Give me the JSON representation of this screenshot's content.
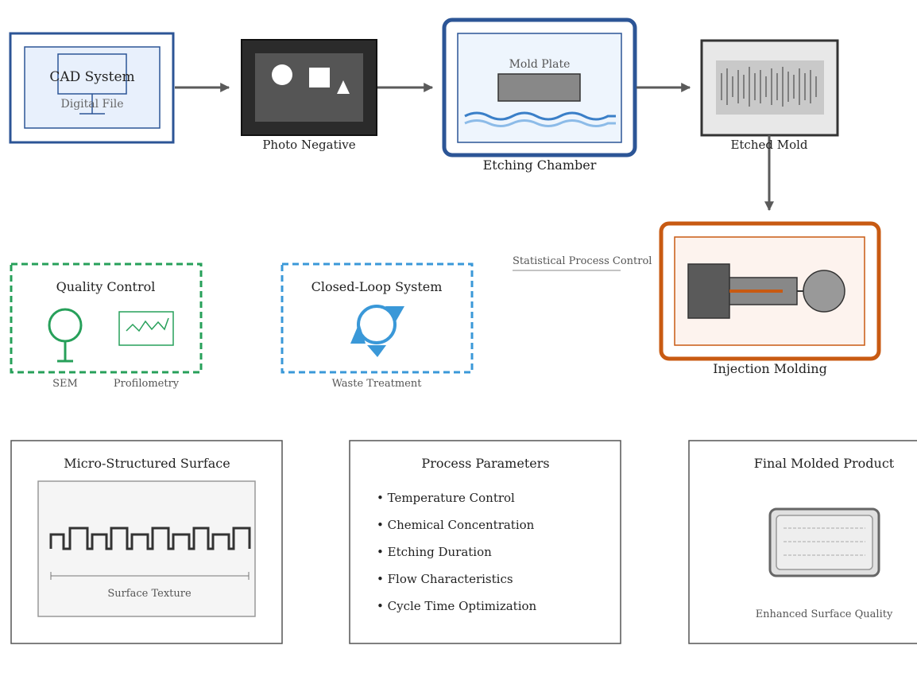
{
  "stages": {
    "cad": {
      "title": "CAD System",
      "subtitle": "Digital File"
    },
    "negative": {
      "label": "Photo Negative"
    },
    "etching": {
      "title": "Mold Plate",
      "label": "Etching Chamber"
    },
    "mold": {
      "label": "Etched Mold"
    },
    "injection": {
      "label": "Injection Molding"
    }
  },
  "spc": {
    "label": "Statistical Process Control"
  },
  "quality": {
    "title": "Quality Control",
    "sem": "SEM",
    "profilometry": "Profilometry"
  },
  "closed_loop": {
    "title": "Closed-Loop System",
    "caption": "Waste Treatment"
  },
  "panels": {
    "surface": {
      "title": "Micro-Structured Surface",
      "caption": "Surface Texture"
    },
    "parameters": {
      "title": "Process Parameters",
      "items": [
        "• Temperature Control",
        "• Chemical Concentration",
        "• Etching Duration",
        "• Flow Characteristics",
        "• Cycle Time Optimization"
      ]
    },
    "product": {
      "title": "Final Molded Product",
      "caption": "Enhanced Surface Quality"
    }
  },
  "colors": {
    "blue": "#2c5596",
    "orange": "#c85a12",
    "green": "#27a05a",
    "lightblue": "#3a98d8",
    "arrow": "#5a5a5a"
  }
}
